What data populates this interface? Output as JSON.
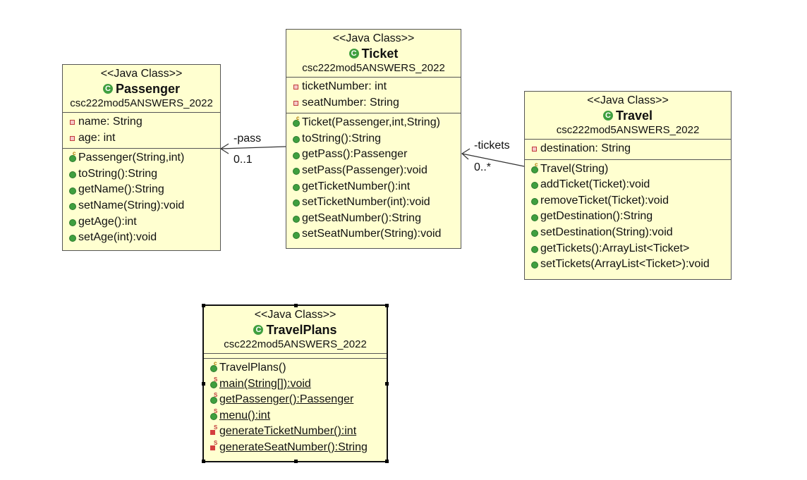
{
  "classes": {
    "ticket": {
      "stereotype": "<<Java Class>>",
      "name": "Ticket",
      "package": "csc222mod5ANSWERS_2022",
      "fields": [
        {
          "vis": "priv-field",
          "text": "ticketNumber: int"
        },
        {
          "vis": "priv-field",
          "text": "seatNumber: String"
        }
      ],
      "methods": [
        {
          "vis": "pub",
          "mark": "c",
          "text": "Ticket(Passenger,int,String)"
        },
        {
          "vis": "pub",
          "text": "toString():String"
        },
        {
          "vis": "pub",
          "text": "getPass():Passenger"
        },
        {
          "vis": "pub",
          "text": "setPass(Passenger):void"
        },
        {
          "vis": "pub",
          "text": "getTicketNumber():int"
        },
        {
          "vis": "pub",
          "text": "setTicketNumber(int):void"
        },
        {
          "vis": "pub",
          "text": "getSeatNumber():String"
        },
        {
          "vis": "pub",
          "text": "setSeatNumber(String):void"
        }
      ]
    },
    "passenger": {
      "stereotype": "<<Java Class>>",
      "name": "Passenger",
      "package": "csc222mod5ANSWERS_2022",
      "fields": [
        {
          "vis": "priv-field",
          "text": "name: String"
        },
        {
          "vis": "priv-field",
          "text": "age: int"
        }
      ],
      "methods": [
        {
          "vis": "pub",
          "mark": "c",
          "text": "Passenger(String,int)"
        },
        {
          "vis": "pub",
          "text": "toString():String"
        },
        {
          "vis": "pub",
          "text": "getName():String"
        },
        {
          "vis": "pub",
          "text": "setName(String):void"
        },
        {
          "vis": "pub",
          "text": "getAge():int"
        },
        {
          "vis": "pub",
          "text": "setAge(int):void"
        }
      ]
    },
    "travel": {
      "stereotype": "<<Java Class>>",
      "name": "Travel",
      "package": "csc222mod5ANSWERS_2022",
      "fields": [
        {
          "vis": "priv-field",
          "text": "destination: String"
        }
      ],
      "methods": [
        {
          "vis": "pub",
          "mark": "c",
          "text": "Travel(String)"
        },
        {
          "vis": "pub",
          "text": "addTicket(Ticket):void"
        },
        {
          "vis": "pub",
          "text": "removeTicket(Ticket):void"
        },
        {
          "vis": "pub",
          "text": "getDestination():String"
        },
        {
          "vis": "pub",
          "text": "setDestination(String):void"
        },
        {
          "vis": "pub",
          "text": "getTickets():ArrayList<Ticket>"
        },
        {
          "vis": "pub",
          "text": "setTickets(ArrayList<Ticket>):void"
        }
      ]
    },
    "travelplans": {
      "stereotype": "<<Java Class>>",
      "name": "TravelPlans",
      "package": "csc222mod5ANSWERS_2022",
      "fields": [],
      "methods": [
        {
          "vis": "pub",
          "mark": "c",
          "text": "TravelPlans()"
        },
        {
          "vis": "pub",
          "mark": "s",
          "static": true,
          "text": "main(String[]):void"
        },
        {
          "vis": "pub",
          "mark": "s",
          "static": true,
          "text": "getPassenger():Passenger"
        },
        {
          "vis": "pub",
          "mark": "s",
          "static": true,
          "text": "menu():int"
        },
        {
          "vis": "priv-method",
          "mark": "s",
          "static": true,
          "text": "generateTicketNumber():int"
        },
        {
          "vis": "priv-method",
          "mark": "s",
          "static": true,
          "text": "generateSeatNumber():String"
        }
      ]
    }
  },
  "associations": {
    "ticket_passenger": {
      "role": "-pass",
      "multiplicity": "0..1"
    },
    "travel_ticket": {
      "role": "-tickets",
      "multiplicity": "0..*"
    }
  },
  "colors": {
    "class_fill": "#ffffd0",
    "class_border": "#555555",
    "public_icon": "#3f9f3f",
    "private_icon": "#d43f3f"
  }
}
